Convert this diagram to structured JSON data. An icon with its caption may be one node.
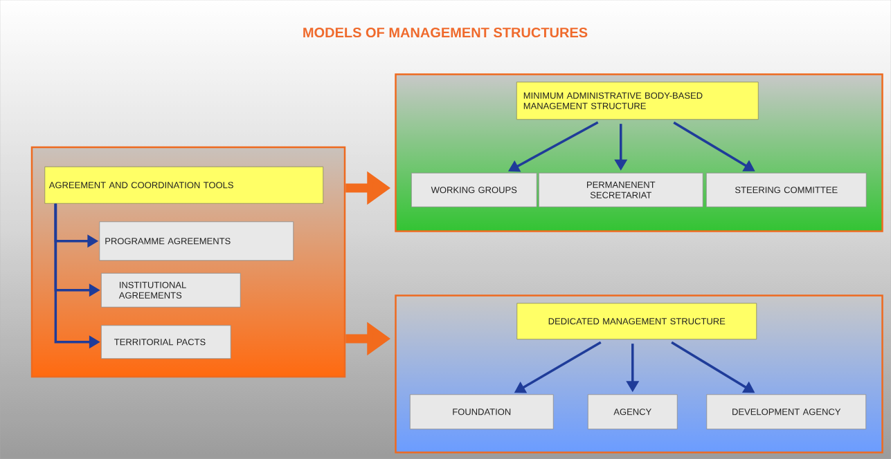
{
  "diagram": {
    "title": "MODELS OF MANAGEMENT STRUCTURES",
    "nodes": [
      {
        "text": [],
        "shape": "box"
      },
      {
        "text": [
          "AGREEMENT AND COORDINATION TOOLS"
        ],
        "in": 0
      },
      {
        "text": [
          "PROGRAMME AGREEMENTS"
        ],
        "in": 0
      },
      {
        "text": [
          "INSTITUTIONAL AGREEMENTS"
        ],
        "in": 0
      },
      {
        "text": [
          "TERRITORIAL PACTS"
        ],
        "in": 0
      },
      {
        "text": [],
        "shape": "box"
      },
      {
        "text": [
          "MINIMUM ADMINISTRATIVE BODY-BASED MANAGEMENT STRUCTURE"
        ],
        "in": 5
      },
      {
        "text": [
          "WORKING GROUPS"
        ],
        "in": 5
      },
      {
        "text": [
          "PERMANENENT SECRETARIAT"
        ],
        "in": 5
      },
      {
        "text": [
          "STEERING COMMITTEE"
        ],
        "in": 5
      },
      {
        "text": [],
        "shape": "box"
      },
      {
        "text": [
          "DEDICATED MANAGEMENT STRUCTURE"
        ],
        "in": 10
      },
      {
        "text": [
          "FOUNDATION"
        ],
        "in": 10
      },
      {
        "text": [
          "AGENCY"
        ],
        "in": 10
      },
      {
        "text": [
          "DEVELOPMENT AGENCY"
        ],
        "in": 10
      }
    ],
    "edges": [
      {
        "from": 1,
        "to": 2,
        "arrow": "to"
      },
      {
        "from": 1,
        "to": 3,
        "arrow": "to"
      },
      {
        "from": 1,
        "to": 4,
        "arrow": "to"
      },
      {
        "from": 0,
        "to": 5,
        "arrow": "to",
        "style": "thick",
        "color": "#f26b1d"
      },
      {
        "from": 0,
        "to": 10,
        "arrow": "to",
        "style": "thick",
        "color": "#f26b1d"
      },
      {
        "from": 6,
        "to": 7,
        "arrow": "to"
      },
      {
        "from": 6,
        "to": 8,
        "arrow": "to"
      },
      {
        "from": 6,
        "to": 9,
        "arrow": "to"
      },
      {
        "from": 11,
        "to": 12,
        "arrow": "to"
      },
      {
        "from": 11,
        "to": 13,
        "arrow": "to"
      },
      {
        "from": 11,
        "to": 14,
        "arrow": "to"
      }
    ]
  }
}
